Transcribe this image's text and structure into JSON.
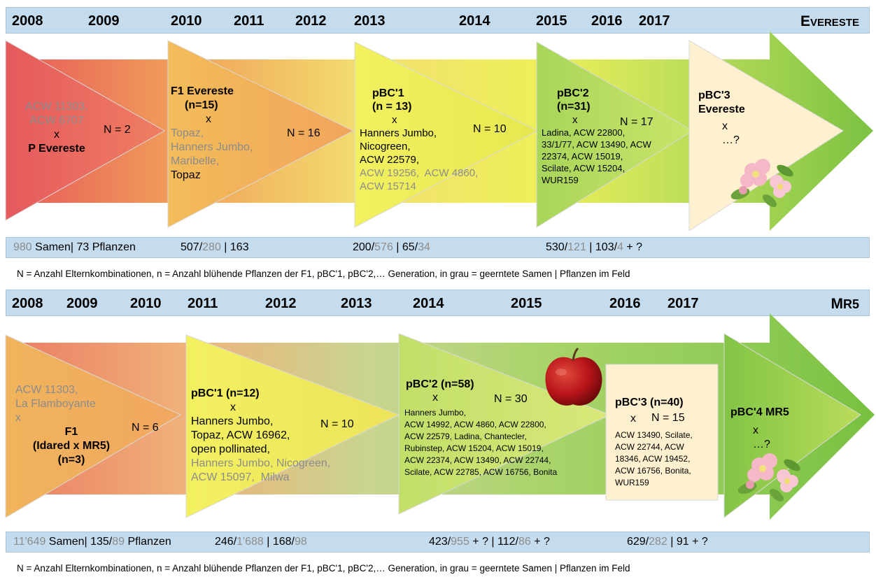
{
  "top": {
    "years": [
      "2008",
      "2009",
      "2010",
      "2011",
      "2012",
      "2013",
      "2014",
      "2015",
      "2016",
      "2017"
    ],
    "brand_first": "E",
    "brand_rest": "VERESTE",
    "p": {
      "grey": "ACW 11303,\nACW 6707",
      "x": "x",
      "name": "P Evereste",
      "n": "N = 2"
    },
    "f1": {
      "title": "F1 Evereste",
      "sub": "(n=15)",
      "x": "x",
      "grey": "Topaz,\nHanners Jumbo,\nMaribelle,",
      "black": "Topaz",
      "n": "N = 16"
    },
    "bc1": {
      "title": "pBC'1",
      "sub": "(n = 13)",
      "x": "x",
      "black": "Hanners Jumbo,\nNicogreen,\nACW 22579,",
      "grey": "ACW 19256,  ACW 4860,\nACW 15714",
      "n": "N = 10"
    },
    "bc2": {
      "title": "pBC'2",
      "sub": "(n=31)",
      "x": "x",
      "black": "Ladina, ACW 22800,\n33/1/77, ACW 13490, ACW\n22374, ACW 15019,\nScilate, ACW 15204,\nWUR159",
      "n": "N = 17"
    },
    "bc3": {
      "title": "pBC'3",
      "sub": "Evereste",
      "x": "x",
      "q": "…?"
    },
    "stats": {
      "s1_grey": "980",
      "s1_black": " Samen| 73 Pflanzen",
      "s2_black": "507/",
      "s2_grey": "280",
      "s2_rest": " | 163",
      "s3_black": "200/",
      "s3_grey": "576",
      "s3_mid": " | 65/",
      "s3_grey2": "34",
      "s4_black": "530/",
      "s4_grey": "121",
      "s4_mid": " | 103/",
      "s4_grey2": "4",
      "s4_rest": "  + ?"
    },
    "legend": "N = Anzahl Elternkombinationen,  n = Anzahl blühende  Pflanzen der F1,  pBC'1, pBC'2,…  Generation,  in grau = geerntete  Samen  |  Pflanzen im Feld"
  },
  "bottom": {
    "years": [
      "2008",
      "2009",
      "2010",
      "2011",
      "2012",
      "2013",
      "2014",
      "2015",
      "2016",
      "2017"
    ],
    "brand_first": "M",
    "brand_rest": "R5",
    "f1": {
      "grey": "ACW 11303,\nLa Flamboyante\nx",
      "x": "x",
      "title": "F1",
      "sub": "(Idared x MR5)",
      "sub2": "(n=3)",
      "n": "N = 6"
    },
    "bc1": {
      "title": "pBC'1 (n=12)",
      "x": "x",
      "black": "Hanners Jumbo,\nTopaz, ACW 16962,\nopen pollinated,",
      "grey": "Hanners Jumbo, Nicogreen,\nACW 15097,  Milwa",
      "n": "N = 10"
    },
    "bc2": {
      "title": "pBC'2 (n=58)",
      "x": "x",
      "black": "Hanners Jumbo,\nACW 14992, ACW 4860, ACW 22800,\nACW 22579, Ladina, Chantecler,\nRubinstep, ACW 15204, ACW 15019,\nACW 22374, ACW 13490, ACW 22744,\nScilate, ACW 22785, ACW 16756, Bonita",
      "n": "N = 30"
    },
    "bc3": {
      "title": "pBC'3 (n=40)",
      "x": "x",
      "black": "ACW 13490, Scilate,\nACW 22744, ACW\n18346, ACW 19452,\nACW 16756, Bonita,\nWUR159",
      "n": "N = 15"
    },
    "bc4": {
      "title": "pBC'4 MR5",
      "x": "x",
      "q": "…?"
    },
    "stats": {
      "s1_grey": "11'649",
      "s1_black": " Samen| 135/",
      "s1_grey2": "89",
      "s1_rest": " Pflanzen",
      "s2_black": "246/",
      "s2_grey": "1'688",
      "s2_mid": "  | 168/",
      "s2_grey2": "98",
      "s3_black": "423/",
      "s3_grey": "955",
      "s3_mid": "  + ? | 112/",
      "s3_grey2": "86",
      "s3_rest": "  + ?",
      "s4_black": "629/",
      "s4_grey": "282",
      "s4_rest": "  | 91  + ?"
    },
    "legend": "N = Anzahl Elternkombinationen,  n = Anzahl blühende  Pflanzen der F1,  pBC'1, pBC'2,…  Generation,  in grau = geerntete  Samen  |  Pflanzen im Feld"
  },
  "colors": {
    "bar": "#c4dcee",
    "grey_text": "#8c8c8c",
    "red": "#e8585a",
    "orange": "#f2b25e",
    "yellow": "#f3ee5c",
    "green": "#7cc242",
    "cream": "#fff0cf"
  }
}
